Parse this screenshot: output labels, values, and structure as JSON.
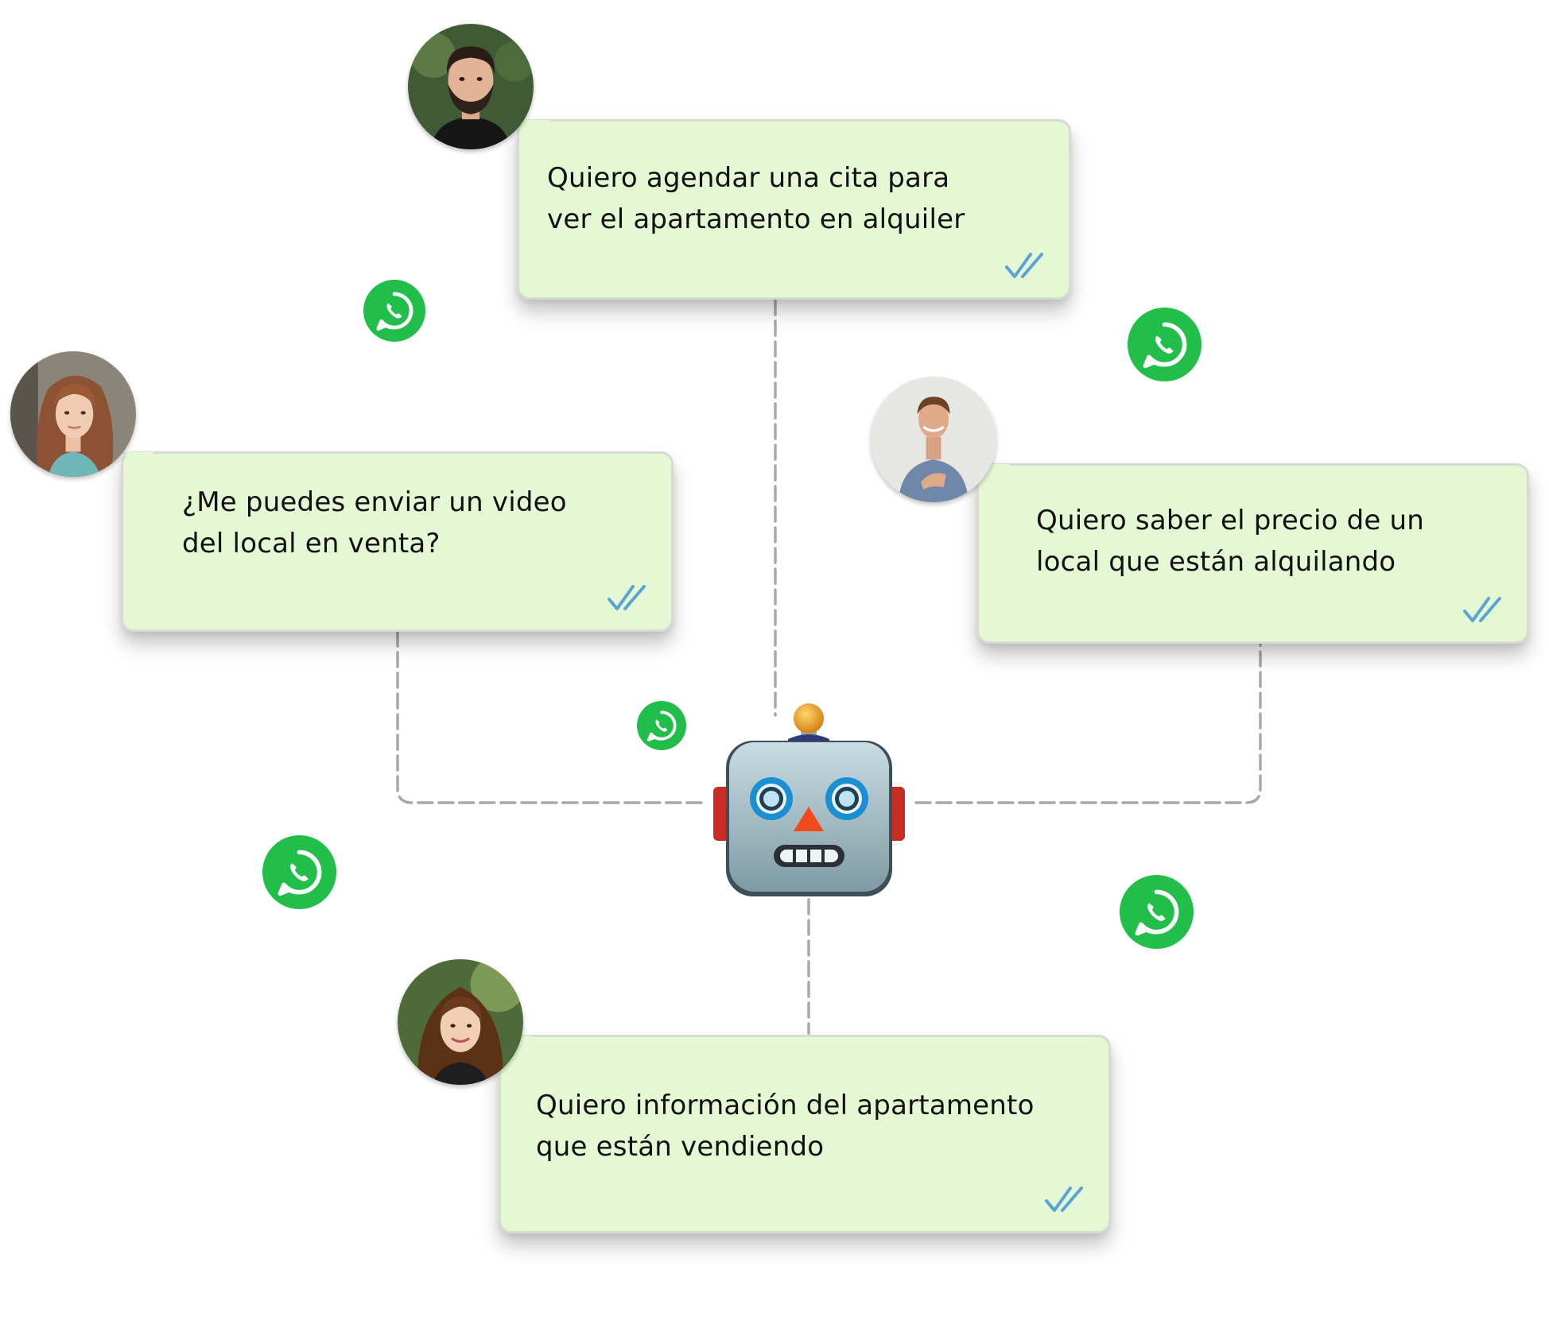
{
  "messages": {
    "top": "Quiero agendar una cita para\nver el apartamento en alquiler",
    "left": "¿Me puedes enviar un video\ndel local en venta?",
    "right": "Quiero saber el precio de un\nlocal que están alquilando",
    "bottom": "Quiero información del  apartamento\nque están vendiendo"
  },
  "colors": {
    "bubble_background": "#e4f8d4",
    "whatsapp_green": "#21bf4a",
    "read_ticks": "#5ba3d6",
    "connector": "#a8a8a8"
  },
  "icons": [
    "whatsapp-icon",
    "robot-icon",
    "double-check-icon",
    "avatar"
  ]
}
